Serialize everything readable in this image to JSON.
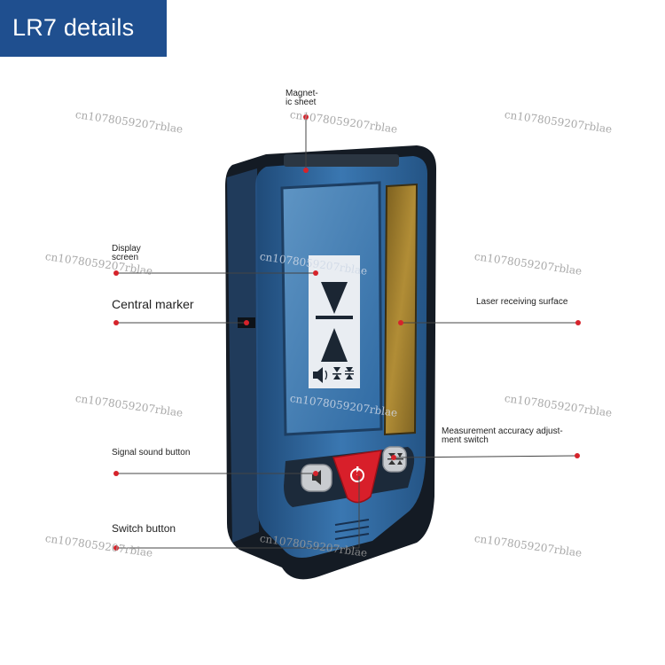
{
  "title": "LR7 details",
  "callouts": {
    "magnetic_sheet": "Magnet-\nic sheet",
    "display_screen": "Display\nscreen",
    "central_marker": "Central marker",
    "laser_receiving_surface": "Laser receiving surface",
    "signal_sound_button": "Signal sound button",
    "measurement_accuracy_switch": "Measurement accuracy adjust-\nment switch",
    "switch_button": "Switch button"
  },
  "watermark": "cn1078059207rblae",
  "colors": {
    "banner": "#1f4f8f",
    "device_blue": "#2f6aa3",
    "device_dark": "#17202b",
    "laser_surface": "#9a7b2c",
    "power_button": "#d81f2a",
    "callout_dot": "#d6232b"
  },
  "icons": [
    "speaker-icon",
    "power-icon",
    "accuracy-icon",
    "triangle-down-icon",
    "triangle-up-icon"
  ]
}
